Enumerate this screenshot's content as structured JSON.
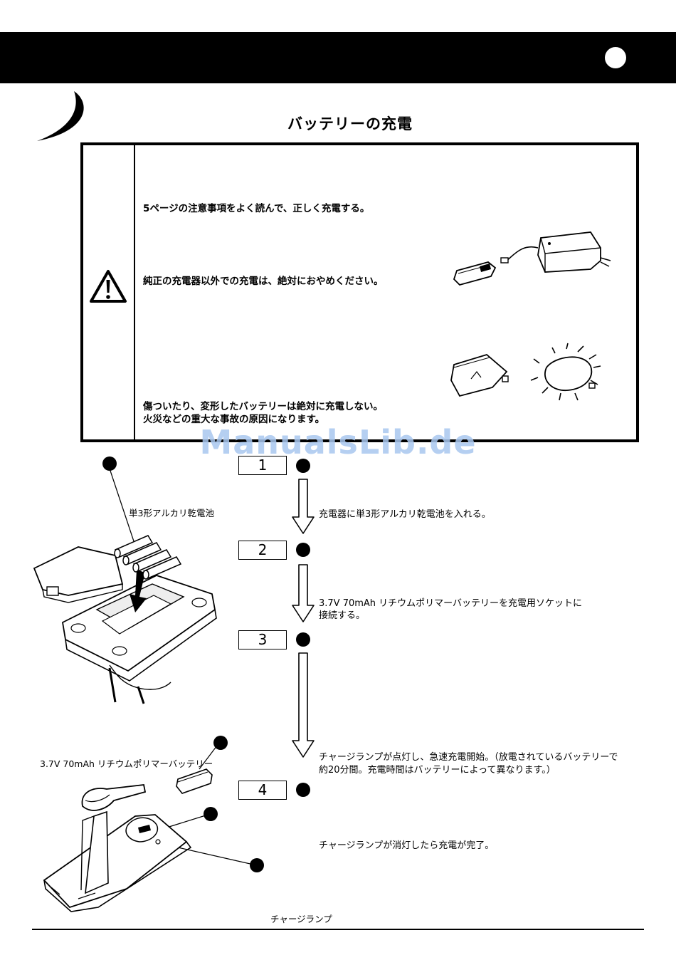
{
  "header": {
    "title": "バッテリーの充電"
  },
  "warning": {
    "icon": "warning-triangle-icon",
    "lines": [
      "5ページの注意事項をよく読んで、正しく充電する。",
      "純正の充電器以外での充電は、絶対におやめください。",
      "傷ついたり、変形したバッテリーは絶対に充電しない。",
      "火災などの重大な事故の原因になります。"
    ]
  },
  "watermark": "ManualsLib.de",
  "steps": [
    {
      "number": "1",
      "text": [
        "充電器に単3形アルカリ乾電池を入れる。"
      ]
    },
    {
      "number": "2",
      "text": [
        "3.7V 70mAh リチウムポリマーバッテリーを充電用ソケットに",
        "接続する。"
      ]
    },
    {
      "number": "3",
      "text": [
        "チャージランプが点灯し、急速充電開始。（放電されているバッテリーで",
        "約20分間。充電時間はバッテリーによって異なります。）"
      ]
    },
    {
      "number": "4",
      "text": [
        "チャージランプが消灯したら充電が完了。"
      ]
    }
  ],
  "labels": {
    "aa_battery": "単3形アルカリ乾電池",
    "lipo_battery": "3.7V 70mAh リチウムポリマーバッテリー",
    "charge_lamp": "チャージランプ"
  }
}
